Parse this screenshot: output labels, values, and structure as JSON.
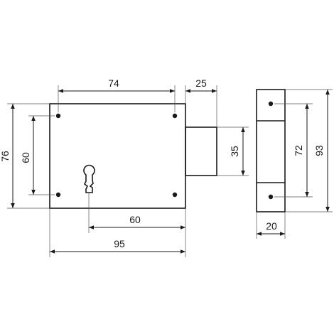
{
  "dimensions": {
    "top_hole_spacing": "74",
    "bolt_projection": "25",
    "lock_height": "76",
    "hole_vertical_spacing": "60",
    "bolt_height": "35",
    "backset": "60",
    "lock_width": "95",
    "keeper_hole_spacing": "72",
    "keeper_height": "93",
    "keeper_width": "20"
  },
  "colors": {
    "line": "#1a1a1a",
    "background": "#ffffff"
  },
  "icons": {
    "keyhole": "keyhole-icon"
  }
}
